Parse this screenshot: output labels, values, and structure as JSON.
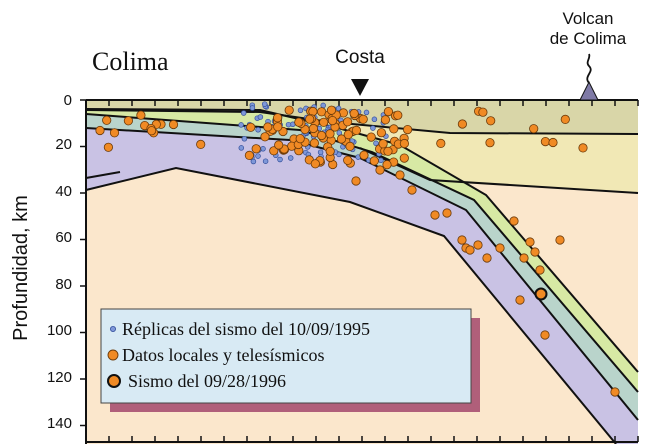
{
  "figure": {
    "region_title": "Colima",
    "coast_label": "Costa",
    "volcano_label_line1": "Volcan",
    "volcano_label_line2": "de Colima",
    "y_axis_label": "Profundidad, km",
    "y_ticks": [
      "0",
      "20",
      "40",
      "60",
      "80",
      "100",
      "120",
      "140"
    ],
    "depth_range_km": [
      0,
      140
    ],
    "legend": {
      "items": [
        {
          "label": "Réplicas del sismo del 10/09/1995",
          "symbol": "small-blue-dot"
        },
        {
          "label": "Datos locales y telesísmicos",
          "symbol": "orange-circle"
        },
        {
          "label": "Sismo del 09/28/1996",
          "symbol": "large-orange-circle"
        }
      ]
    },
    "colors": {
      "background": "#fbe7cc",
      "upper_crust": "#d9d6a8",
      "lower_crust": "#f1e8b5",
      "left_wedge": "#f5df9f",
      "slab_upper_band": "#d7e9a4",
      "slab_middle_band": "#b9d4cb",
      "slab_lower_band": "#c9c2e4",
      "event_orange": "#f08a24",
      "aftershock_blue": "#7e97d8",
      "legend_background": "#d8eaf4",
      "legend_shadow": "#b05f7a",
      "volcano": "#7f7aa6"
    }
  }
}
